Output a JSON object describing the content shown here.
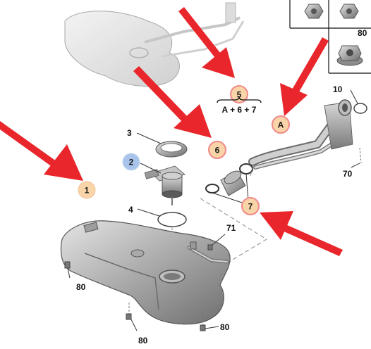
{
  "diagram": {
    "callouts": {
      "c1": "1",
      "c2": "2",
      "c5": "5",
      "c6": "6",
      "c7": "7",
      "cA": "A"
    },
    "refs": {
      "r3": "3",
      "r4": "4",
      "r10": "10",
      "r70": "70",
      "r71": "71",
      "r80_inset": "80",
      "r80_left": "80",
      "r80_bottom": "80",
      "r80_bottom_right": "80"
    },
    "formula": "A + 6 + 7"
  },
  "colors": {
    "arrow": "#e8262b",
    "badge_orange_fill": "#f9d4a8",
    "badge_orange_ring": "#f08a8a",
    "badge_blue_fill": "#a9c4ea",
    "metal_dark": "#8a8a8a",
    "metal_light": "#d6d6d6"
  }
}
